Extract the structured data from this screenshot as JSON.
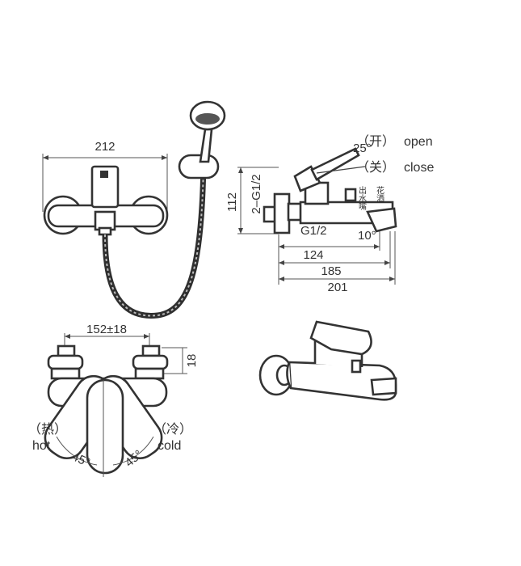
{
  "dimensions": {
    "front_width": "212",
    "side_height": "112",
    "inlet_thread": "2–G1/2",
    "outlet_thread": "G1/2",
    "spout_angle": "10°",
    "lever_angle": "25°",
    "depth_inner": "124",
    "depth_mid": "185",
    "depth_total": "201",
    "center_distance": "152±18",
    "eccentric_height": "18",
    "rotation_left": "45°",
    "rotation_right": "45°"
  },
  "labels": {
    "open_cn": "（开）",
    "open_en": "open",
    "close_cn": "（关）",
    "close_en": "close",
    "outlet_spout": "出水嘴",
    "shower": "花洒",
    "hot_cn": "（热）",
    "hot_en": "hot",
    "cold_cn": "（冷）",
    "cold_en": "cold"
  }
}
